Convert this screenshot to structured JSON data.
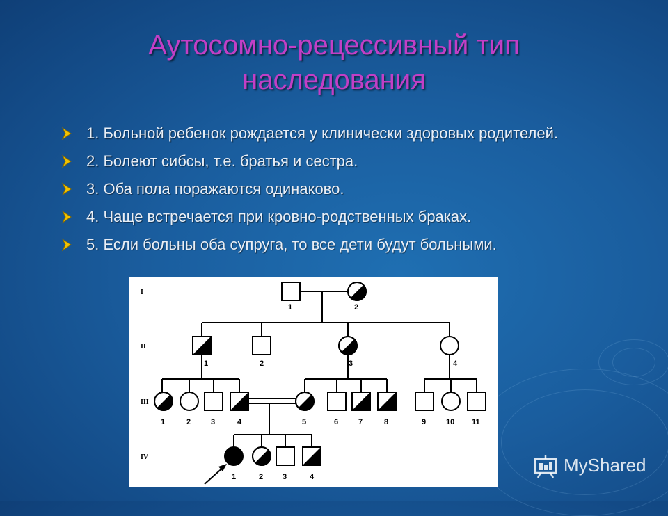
{
  "title": {
    "line1": "Аутосомно-рецессивный тип",
    "line2": "наследования"
  },
  "bullets": [
    "1. Больной ребенок рождается у клинически здоровых родителей.",
    "2. Болеют сибсы, т.е. братья и сестра.",
    "3. Оба пола поражаются одинаково.",
    "4. Чаще встречается при кровно-родственных браках.",
    "5. Если больны оба супруга, то все дети  будут больными."
  ],
  "pedigree": {
    "generations": [
      "I",
      "II",
      "III",
      "IV"
    ],
    "gen_I": [
      "1",
      "2"
    ],
    "gen_II": [
      "1",
      "2",
      "3",
      "4"
    ],
    "gen_III": [
      "1",
      "2",
      "3",
      "4",
      "5",
      "6",
      "7",
      "8",
      "9",
      "10",
      "11"
    ],
    "gen_IV": [
      "1",
      "2",
      "3",
      "4"
    ]
  },
  "watermark": {
    "text": "MyShared"
  },
  "colors": {
    "title": "#c23fc6",
    "bullet_marker": "#f2c200",
    "background": "#1a5d9e"
  }
}
